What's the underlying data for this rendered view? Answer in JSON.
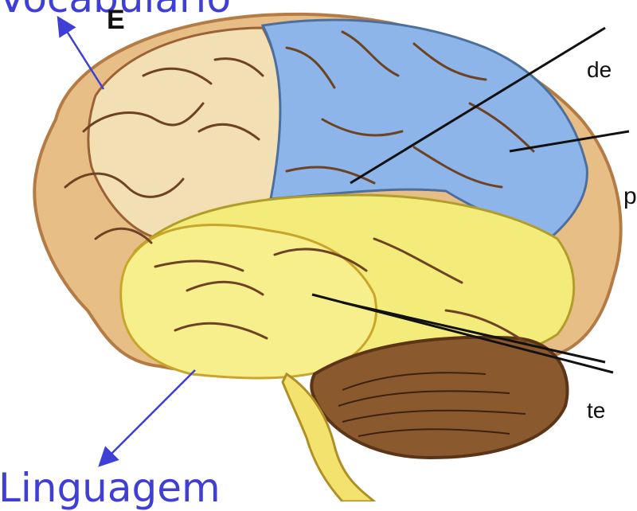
{
  "labels": {
    "top_blue": "Vocabulário",
    "bottom_blue": "Linguagem",
    "hemisphere_letter": "E",
    "right_fragment_1": "de",
    "right_fragment_2": "p",
    "right_fragment_3": "te"
  },
  "colors": {
    "annotation_blue": "#3f3fd6",
    "cortex_tan": "#e7bf86",
    "cortex_dark": "#b57b45",
    "parietal_blue": "#8db5ea",
    "temporal_yellow": "#f4ec7a",
    "cerebellum_brown": "#7a4a24"
  }
}
